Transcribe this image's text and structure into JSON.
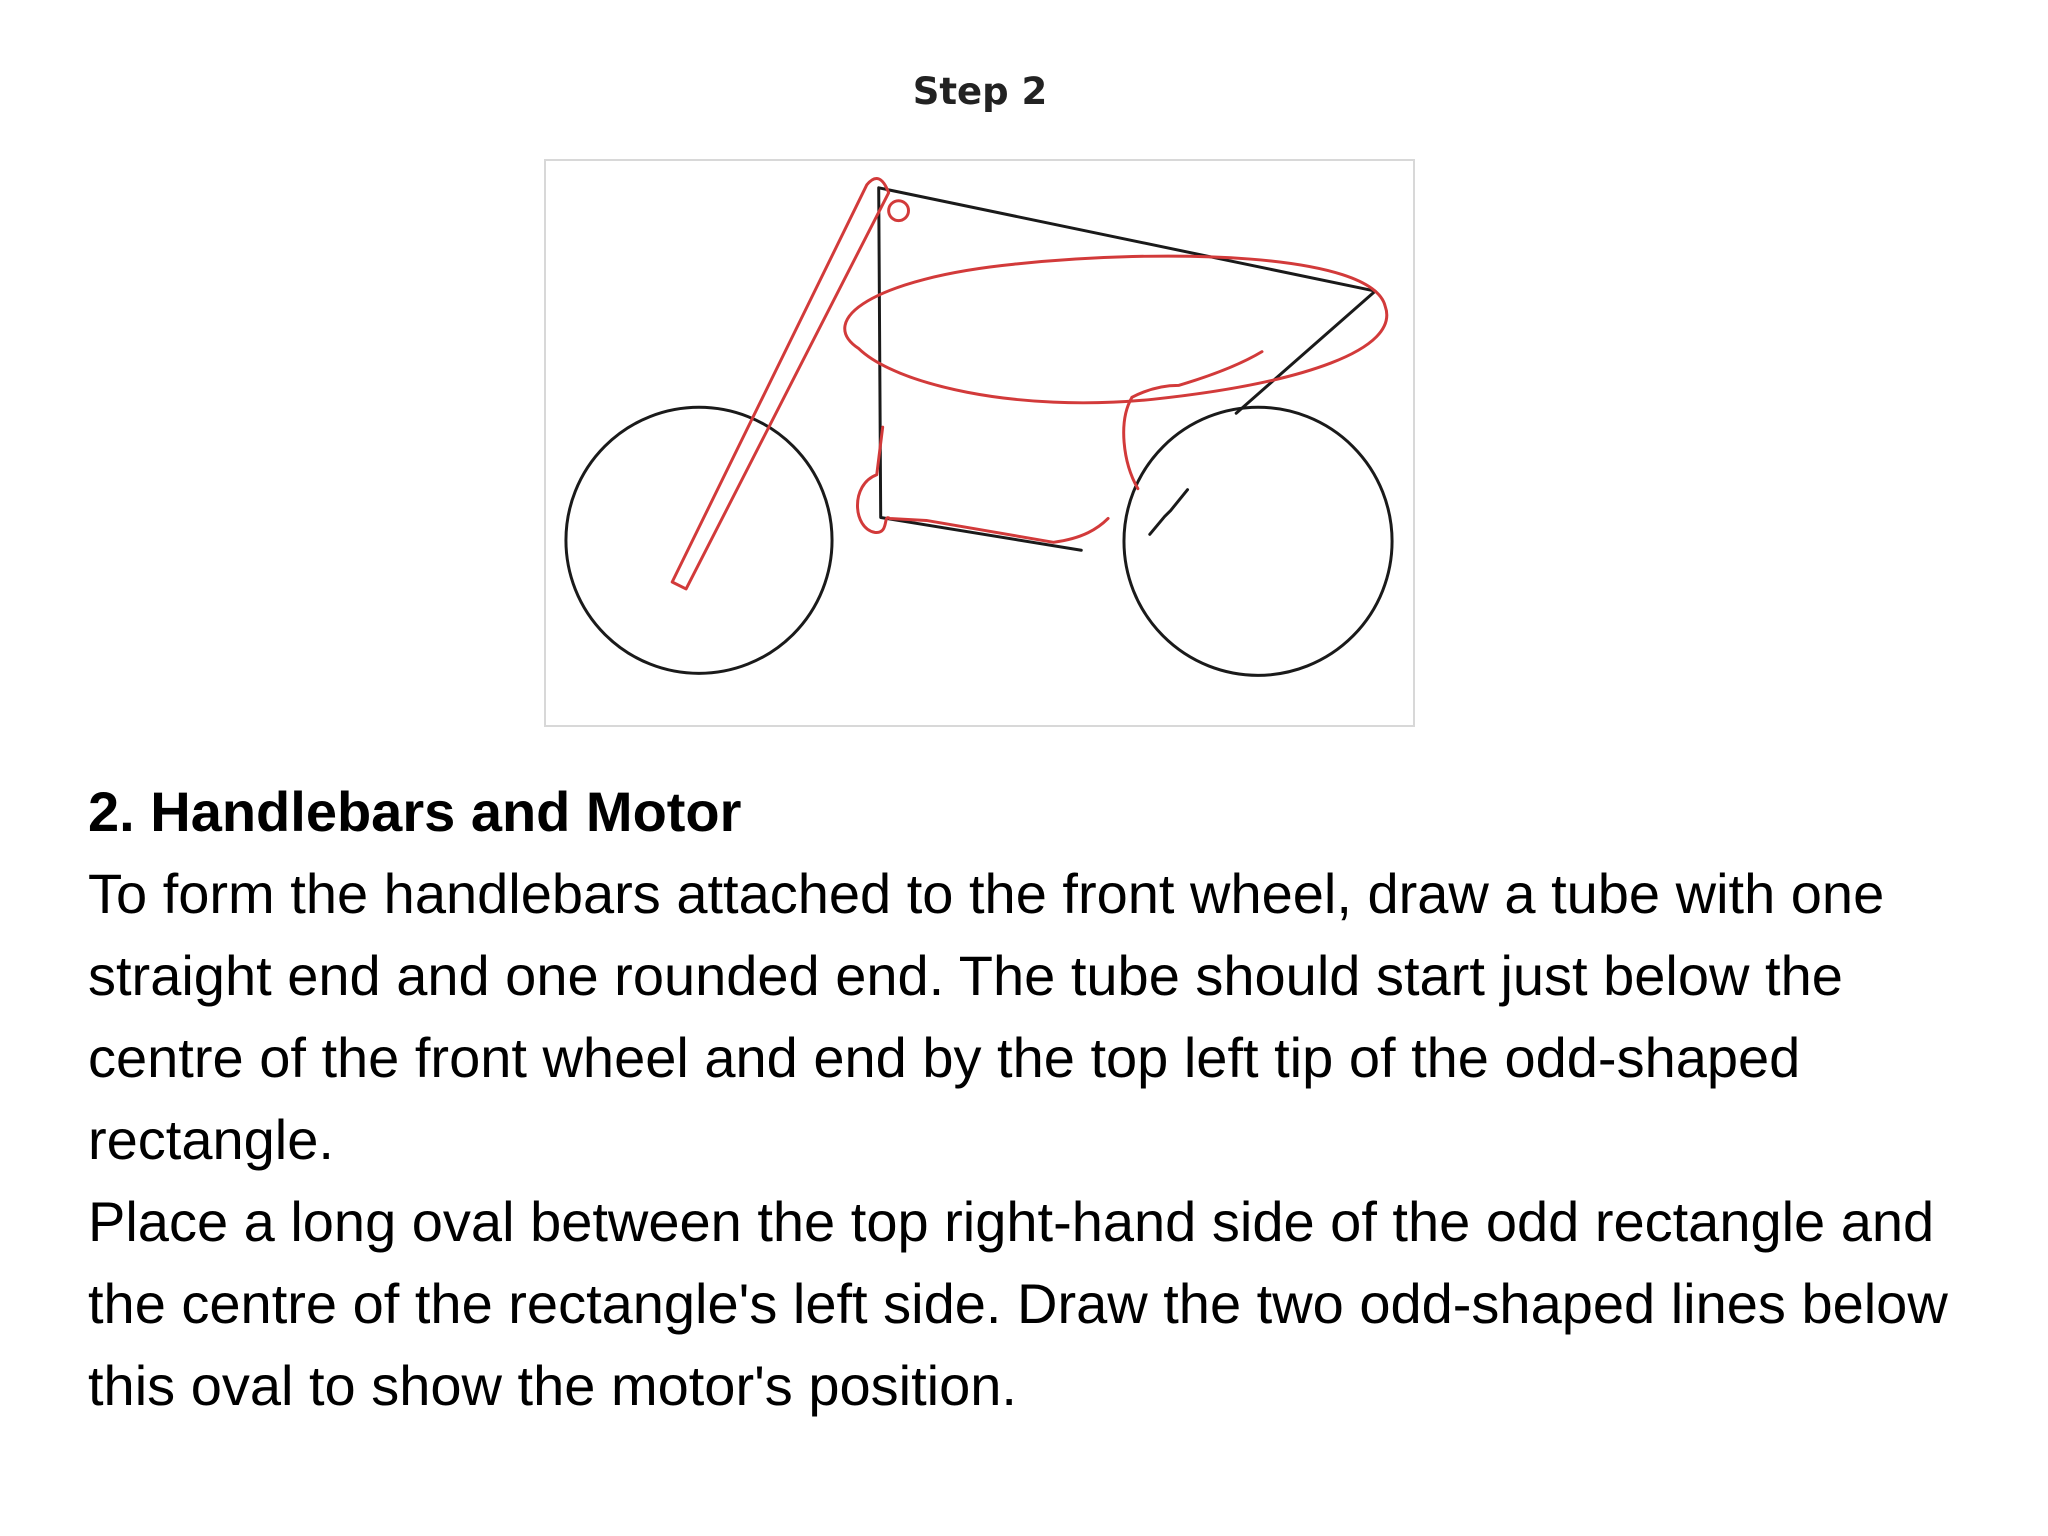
{
  "step_label": "Step 2",
  "figure": {
    "front_wheel": "front-wheel",
    "rear_wheel": "rear-wheel",
    "colors": {
      "outline": "#1a1a1a",
      "new_strokes": "#d23a3a",
      "frame_border": "#d8d8d8"
    }
  },
  "section": {
    "heading": "2. Handlebars and Motor",
    "paragraph_1": "To form the handlebars attached to the front wheel, draw a tube with one straight end and one rounded end. The tube should start just below the centre of the front wheel and end by the top left tip of the odd-shaped rectangle.",
    "paragraph_2": "Place a long oval between the top right-hand side of the odd rectangle and the centre of the rectangle's left side. Draw the two odd-shaped lines below this oval to show the motor's position."
  }
}
